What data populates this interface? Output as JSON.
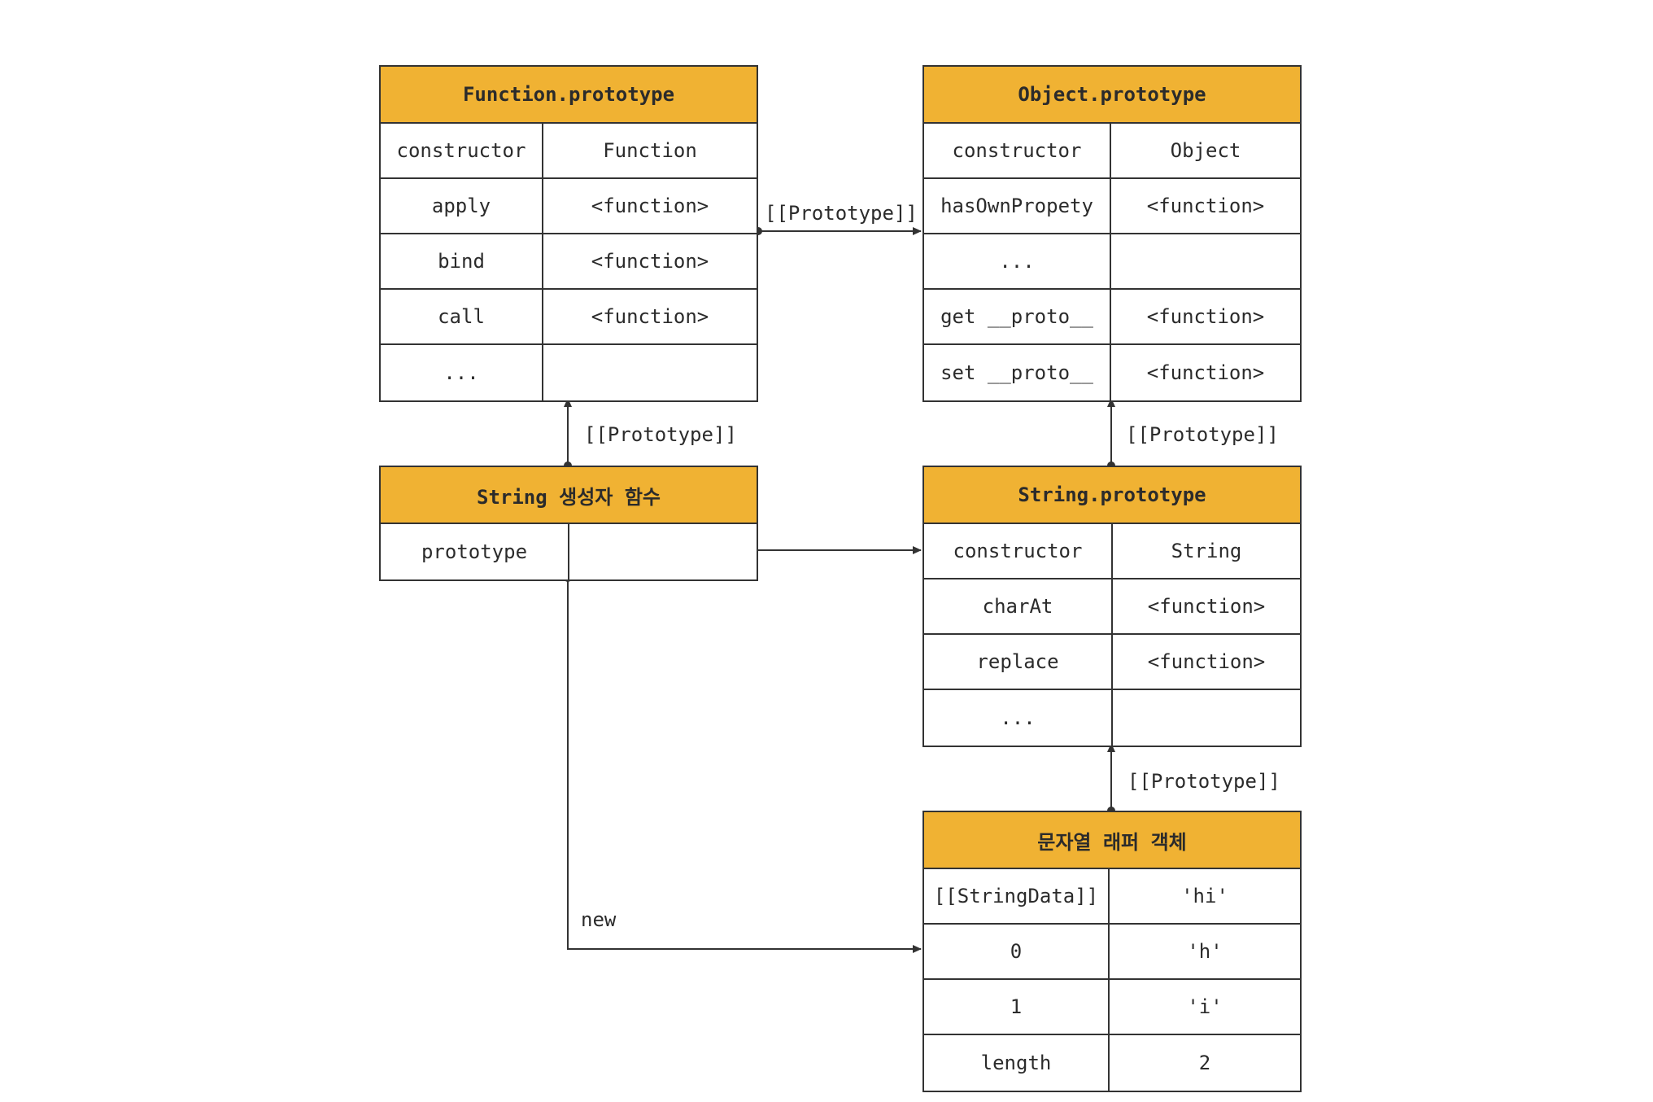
{
  "function_prototype": {
    "title": "Function.prototype",
    "rows": [
      {
        "k": "constructor",
        "v": "Function"
      },
      {
        "k": "apply",
        "v": "<function>"
      },
      {
        "k": "bind",
        "v": "<function>"
      },
      {
        "k": "call",
        "v": "<function>"
      },
      {
        "k": "...",
        "v": ""
      }
    ]
  },
  "object_prototype": {
    "title": "Object.prototype",
    "rows": [
      {
        "k": "constructor",
        "v": "Object"
      },
      {
        "k": "hasOwnPropety",
        "v": "<function>"
      },
      {
        "k": "...",
        "v": ""
      },
      {
        "k": "get __proto__",
        "v": "<function>"
      },
      {
        "k": "set __proto__",
        "v": "<function>"
      }
    ]
  },
  "string_constructor": {
    "title": "String 생성자 함수",
    "rows": [
      {
        "k": "prototype",
        "v": ""
      }
    ]
  },
  "string_prototype": {
    "title": "String.prototype",
    "rows": [
      {
        "k": "constructor",
        "v": "String"
      },
      {
        "k": "charAt",
        "v": "<function>"
      },
      {
        "k": "replace",
        "v": "<function>"
      },
      {
        "k": "...",
        "v": ""
      }
    ]
  },
  "string_wrapper": {
    "title": "문자열 래퍼 객체",
    "rows": [
      {
        "k": "[[StringData]]",
        "v": "'hi'"
      },
      {
        "k": "0",
        "v": "'h'"
      },
      {
        "k": "1",
        "v": "'i'"
      },
      {
        "k": "length",
        "v": "2"
      }
    ]
  },
  "edge_labels": {
    "fn_to_obj": "[[Prototype]]",
    "ctor_to_fn": "[[Prototype]]",
    "strproto_to_obj": "[[Prototype]]",
    "wrapper_to_strproto": "[[Prototype]]",
    "new_label": "new"
  },
  "colors": {
    "header": "#f0b233",
    "border": "#333333"
  }
}
